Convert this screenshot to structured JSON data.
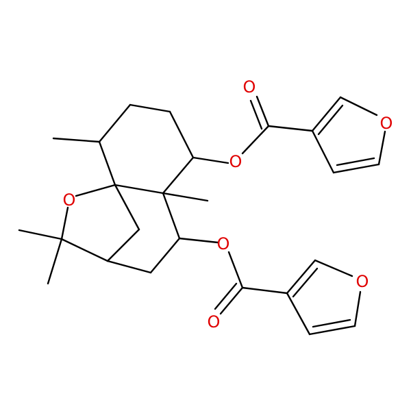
{
  "molecule": {
    "atom_color_oxygen": "#e00000",
    "bond_color": "#000000",
    "background": "#ffffff",
    "atom_labels": {
      "o_ether": "O",
      "o_ester_upper": "O",
      "o_carbonyl_upper": "O",
      "o_furan_upper": "O",
      "o_ester_lower": "O",
      "o_carbonyl_lower": "O",
      "o_furan_lower": "O"
    }
  }
}
